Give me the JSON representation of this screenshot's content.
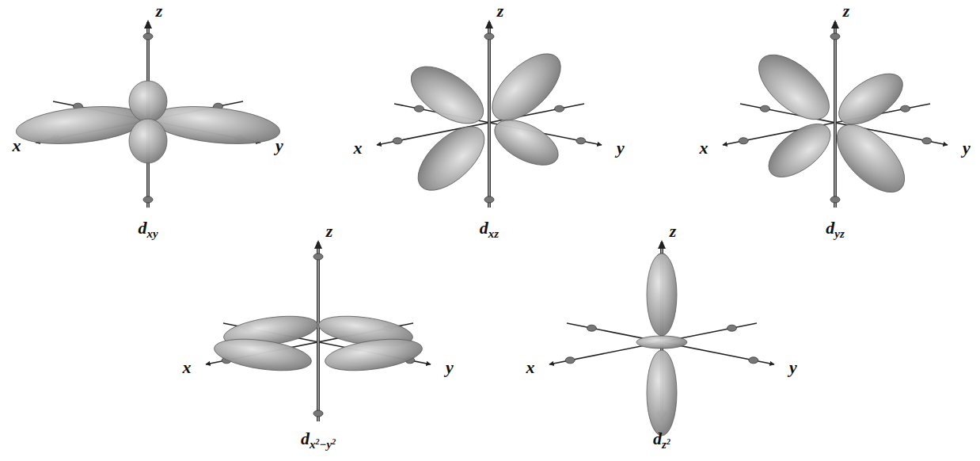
{
  "diagram": {
    "labels": [
      "z",
      "x",
      "y",
      "dxy",
      "z",
      "x",
      "y",
      "dxz",
      "z",
      "x",
      "y",
      "dyz",
      "z",
      "x",
      "y",
      "dx2−y2",
      "z",
      "x",
      "y",
      "dz2"
    ]
  }
}
